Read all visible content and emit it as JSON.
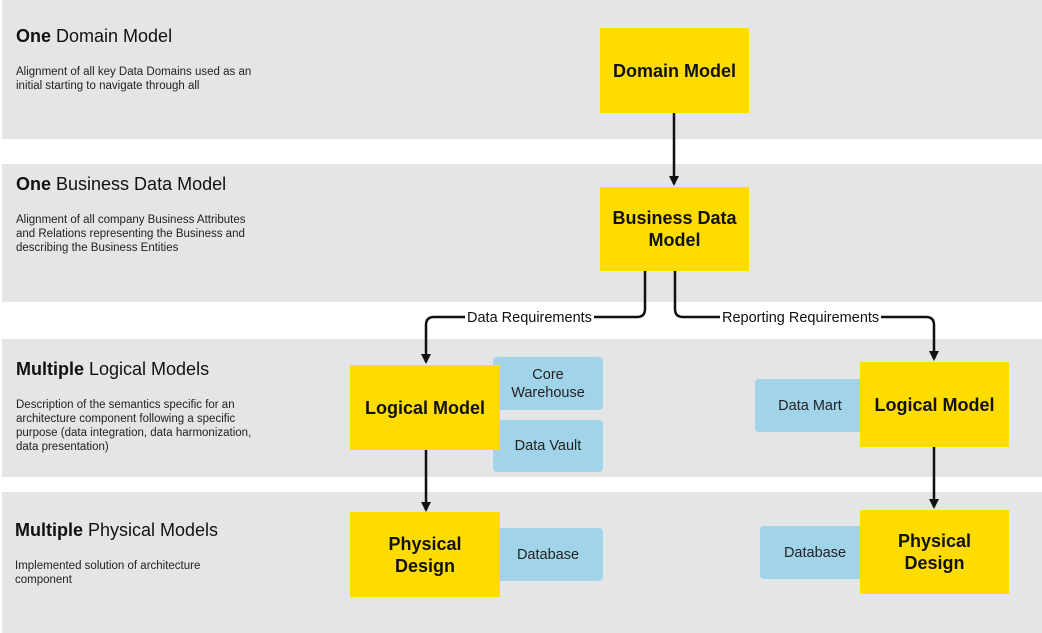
{
  "bands": [
    {
      "strong": "One",
      "rest": " Domain Model",
      "description": "Alignment of all key Data Domains used as an initial starting to navigate through all"
    },
    {
      "strong": "One",
      "rest": " Business Data Model",
      "description": "Alignment of all company Business Attributes and Relations representing the Business and describing the Business Entities"
    },
    {
      "strong": "Multiple",
      "rest": " Logical Models",
      "description": "Description of the semantics specific for an architecture component following a specific purpose (data integration, data harmonization, data presentation)"
    },
    {
      "strong": "Multiple",
      "rest": " Physical Models",
      "description": "Implemented solution of architecture component"
    }
  ],
  "nodes": {
    "domain_model": "Domain Model",
    "business_data_model": "Business Data Model",
    "logical_model_left": "Logical Model",
    "logical_model_right": "Logical Model",
    "physical_design_left": "Physical Design",
    "physical_design_right": "Physical Design"
  },
  "tags": {
    "core_warehouse": "Core Warehouse",
    "data_vault": "Data Vault",
    "data_mart": "Data Mart",
    "database_left": "Database",
    "database_right": "Database"
  },
  "edges": {
    "data_requirements": "Data Requirements",
    "reporting_requirements": "Reporting Requirements"
  },
  "colors": {
    "band_background": "#e3e5e6",
    "primary_node": "#ffdc00",
    "tag_node": "#a1d4e8",
    "arrow": "#111111"
  }
}
